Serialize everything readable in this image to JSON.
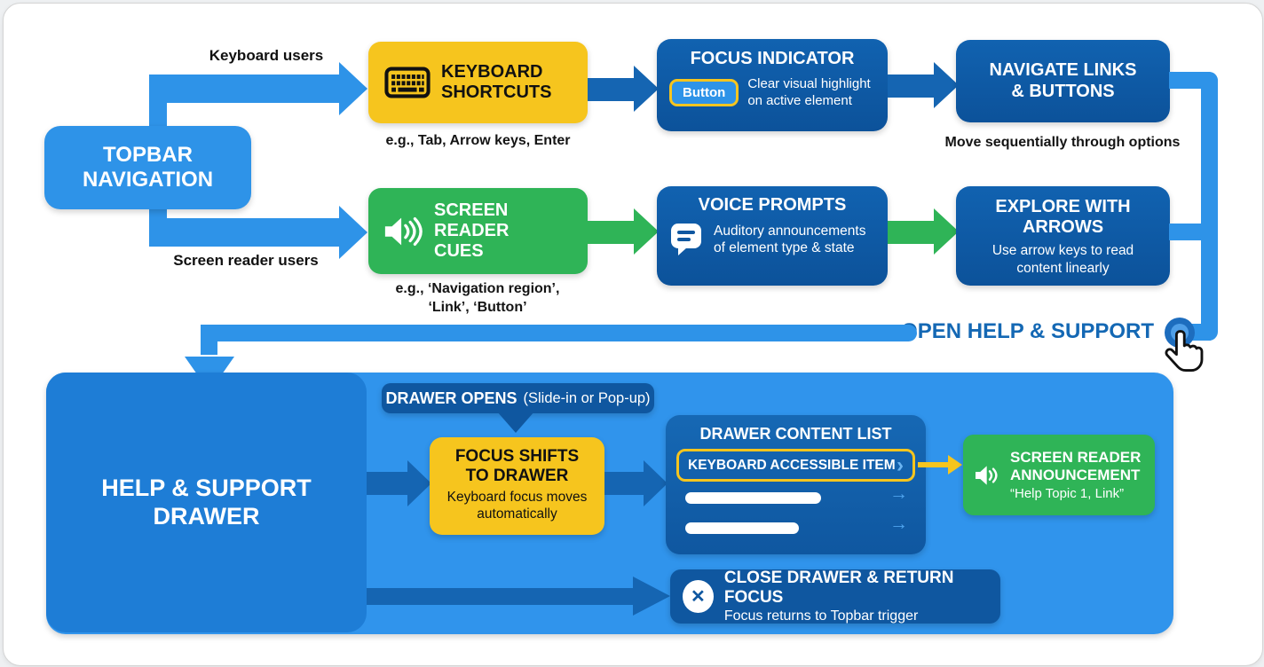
{
  "labels": {
    "keyboard_users": "Keyboard users",
    "screen_reader_users": "Screen reader users"
  },
  "topbar": {
    "title": "TOPBAR NAVIGATION"
  },
  "keyboard_row": {
    "shortcuts": {
      "title": "KEYBOARD SHORTCUTS",
      "caption": "e.g., Tab, Arrow keys, Enter"
    },
    "focus_indicator": {
      "title": "FOCUS INDICATOR",
      "chip_label": "Button",
      "description": "Clear visual highlight on active element"
    },
    "navigate": {
      "title": "NAVIGATE LINKS & BUTTONS",
      "caption": "Move sequentially through options"
    }
  },
  "reader_row": {
    "cues": {
      "title": "SCREEN READER CUES",
      "caption_line1": "e.g., ‘Navigation region’,",
      "caption_line2": "‘Link’, ‘Button’"
    },
    "voice_prompts": {
      "title": "VOICE PROMPTS",
      "description": "Auditory announcements of element type & state"
    },
    "explore": {
      "title": "EXPLORE WITH ARROWS",
      "description": "Use arrow keys to read content linearly"
    }
  },
  "open_help": {
    "label": "OPEN HELP & SUPPORT"
  },
  "drawer": {
    "panel_title": "HELP & SUPPORT DRAWER",
    "opens_pill": {
      "title": "DRAWER OPENS",
      "subtitle": "(Slide-in or Pop-up)"
    },
    "focus_shift": {
      "title": "FOCUS SHIFTS TO DRAWER",
      "description": "Keyboard focus moves automatically"
    },
    "content_list": {
      "title": "DRAWER CONTENT LIST",
      "item_label": "KEYBOARD ACCESSIBLE ITEM",
      "chevron": "›",
      "row_arrow": "→"
    },
    "announcement": {
      "title": "SCREEN READER ANNOUNCEMENT",
      "quote": "“Help Topic 1, Link”"
    },
    "close": {
      "title": "CLOSE DRAWER & RETURN FOCUS",
      "description": "Focus returns to Topbar trigger",
      "close_glyph": "✕"
    }
  },
  "palette": {
    "bright_blue": "#2E93E8",
    "panel_blue": "#3094EC",
    "drawer_blue": "#1E7DD6",
    "navy_box": "#0F57A0",
    "navy_arrow": "#1565B2",
    "yellow": "#F6C51E",
    "green": "#2FB457",
    "link_text": "#1468B4"
  }
}
